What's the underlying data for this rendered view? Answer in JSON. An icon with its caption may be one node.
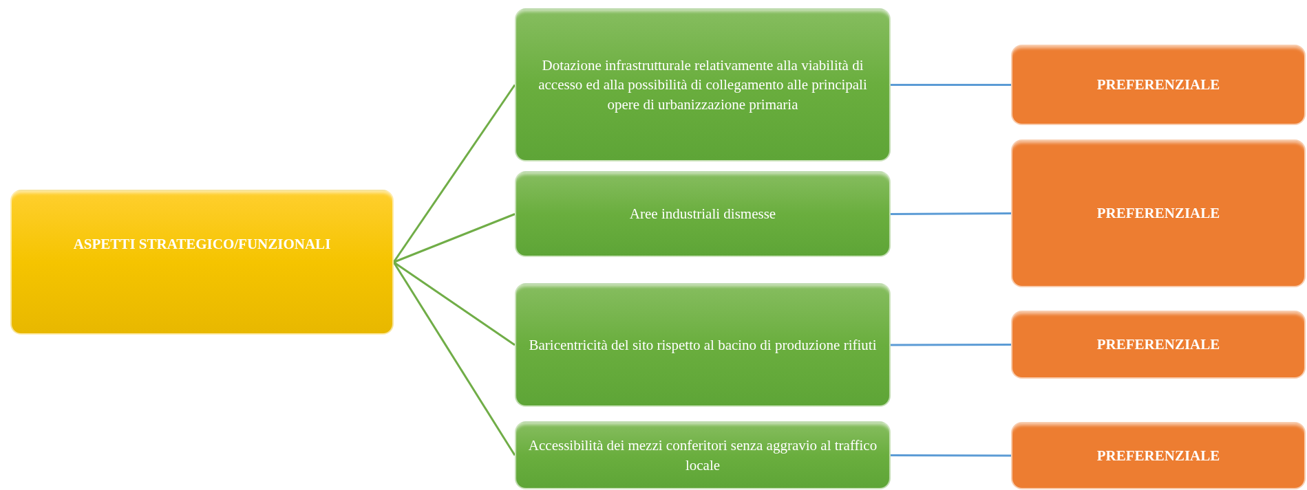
{
  "diagram": {
    "nodes": [
      {
        "text": [
          "ASPETTI STRATEGICO/FUNZIONALI"
        ]
      },
      {
        "text": [
          "Dotazione infrastrutturale relativamente alla viabilità di accesso ed alla possibilità di collegamento alle principali opere di urbanizzazione primaria"
        ]
      },
      {
        "text": [
          "Aree industriali dismesse"
        ]
      },
      {
        "text": [
          "Baricentricità del sito rispetto al bacino di produzione rifiuti"
        ]
      },
      {
        "text": [
          "Accessibilità dei mezzi conferitori senza aggravio al traffico locale"
        ]
      },
      {
        "text": [
          "PREFERENZIALE"
        ]
      },
      {
        "text": [
          "PREFERENZIALE"
        ]
      },
      {
        "text": [
          "PREFERENZIALE"
        ]
      },
      {
        "text": [
          "PREFERENZIALE"
        ]
      }
    ],
    "edges": [
      {
        "from": 0,
        "to": 1,
        "arrow": "none",
        "color": "#70ad47"
      },
      {
        "from": 0,
        "to": 2,
        "arrow": "none",
        "color": "#70ad47"
      },
      {
        "from": 0,
        "to": 3,
        "arrow": "none",
        "color": "#70ad47"
      },
      {
        "from": 0,
        "to": 4,
        "arrow": "none",
        "color": "#70ad47"
      },
      {
        "from": 1,
        "to": 5,
        "arrow": "none",
        "color": "#5b9bd5"
      },
      {
        "from": 2,
        "to": 6,
        "arrow": "none",
        "color": "#5b9bd5"
      },
      {
        "from": 3,
        "to": 7,
        "arrow": "none",
        "color": "#5b9bd5"
      },
      {
        "from": 4,
        "to": 8,
        "arrow": "none",
        "color": "#5b9bd5"
      }
    ]
  }
}
